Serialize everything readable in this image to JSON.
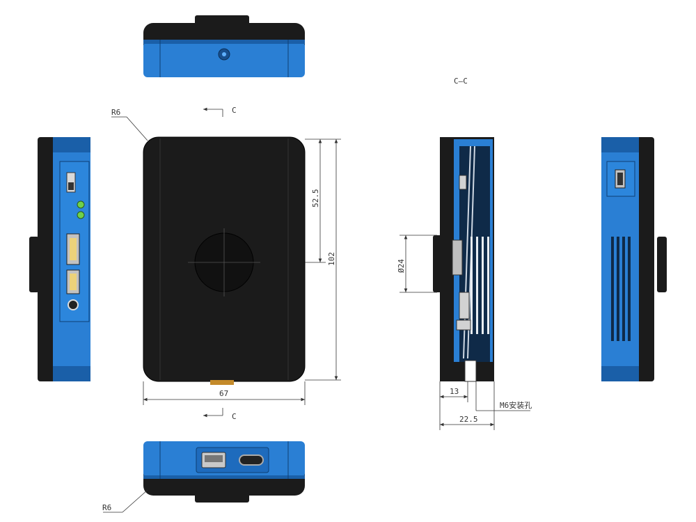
{
  "labels": {
    "r6_top": "R6",
    "r6_bottom": "R6",
    "section_arrow_top": "C",
    "section_arrow_bottom": "C",
    "section_title": "C—C"
  },
  "dimensions": {
    "height_partial": "52.5",
    "height_total": "102",
    "width_total": "67",
    "diameter": "Ø24",
    "depth_small": "13",
    "depth_total": "22.5",
    "hole_note": "M6安装孔"
  },
  "colors": {
    "body_dark": "#1b1b1b",
    "accent_blue": "#2a7fd4",
    "accent_blue_dark": "#1a5fa8",
    "led_green": "#6fd14a"
  }
}
